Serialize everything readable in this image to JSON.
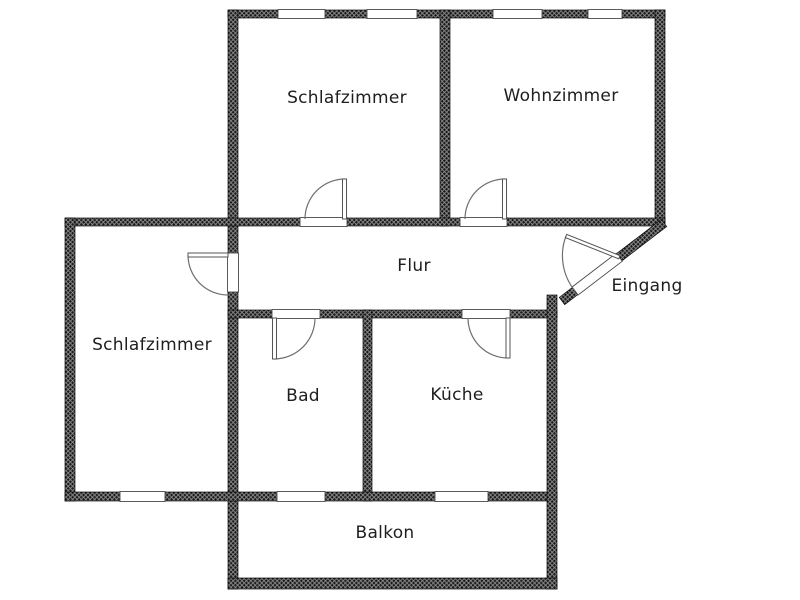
{
  "rooms": {
    "schlafzimmer_top": {
      "label": "Schlafzimmer"
    },
    "wohnzimmer": {
      "label": "Wohnzimmer"
    },
    "flur": {
      "label": "Flur"
    },
    "schlafzimmer_left": {
      "label": "Schlafzimmer"
    },
    "bad": {
      "label": "Bad"
    },
    "kueche": {
      "label": "Küche"
    },
    "balkon": {
      "label": "Balkon"
    }
  },
  "entrance": {
    "label": "Eingang"
  },
  "colors": {
    "background": "#ffffff",
    "wall_base": "#171717",
    "wall_hatch": "#8f8f8f",
    "opening_outline": "#4a4a4a",
    "door_line": "#6f6f6f",
    "label_text": "#1e1e1e"
  }
}
